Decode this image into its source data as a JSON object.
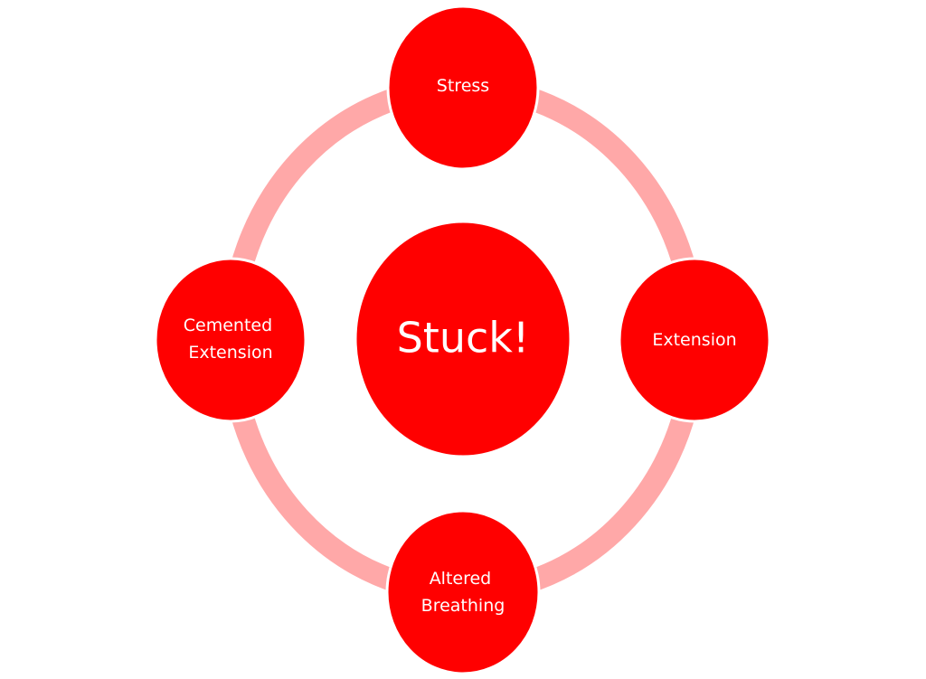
{
  "diagram": {
    "type": "cycle",
    "center": {
      "label": "Stuck!"
    },
    "nodes": [
      {
        "id": "stress",
        "lines": [
          "Stress"
        ]
      },
      {
        "id": "extension",
        "lines": [
          "Extension"
        ]
      },
      {
        "id": "altered-breathing",
        "lines": [
          "Altered",
          "Breathing"
        ]
      },
      {
        "id": "cemented-extension",
        "lines": [
          "Cemented",
          "Extension"
        ]
      }
    ],
    "colors": {
      "node_fill": "#FF0000",
      "node_outline": "#FFFFFF",
      "ring": "#FFA8A8",
      "text": "#FFFFFF",
      "background": "#FFFFFF"
    }
  }
}
